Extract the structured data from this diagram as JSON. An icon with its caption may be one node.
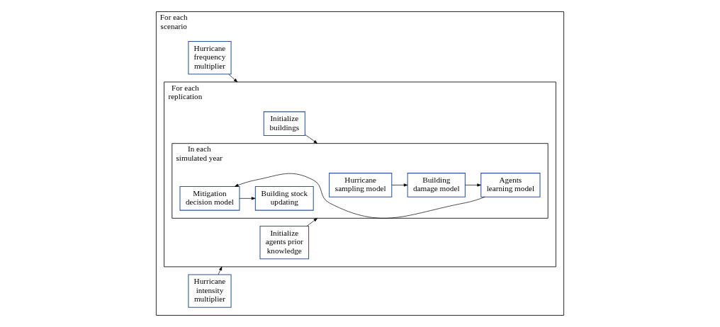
{
  "diagram": {
    "nodes": [
      {
        "text": [
          "For each scenario"
        ]
      },
      {
        "text": [
          "Hurricane frequency multiplier"
        ],
        "in": 0
      },
      {
        "text": [
          "Hurricane intensity multiplier"
        ],
        "in": 0
      },
      {
        "text": [
          "For each replication"
        ],
        "in": 0
      },
      {
        "text": [
          "Initialize buildings"
        ],
        "in": 3
      },
      {
        "text": [
          "Initialize agents prior knowledge"
        ],
        "in": 3
      },
      {
        "text": [
          "In each simulated year"
        ],
        "in": 3
      },
      {
        "text": [
          "Hurricane sampling model"
        ],
        "in": 6
      },
      {
        "text": [
          "Building damage model"
        ],
        "in": 6
      },
      {
        "text": [
          "Mitigation decision model"
        ],
        "in": 6
      },
      {
        "text": [
          "Agents learning model"
        ],
        "in": 6
      },
      {
        "text": [
          "Building stock updating"
        ],
        "in": 6
      }
    ],
    "edges": [
      {
        "from": 1,
        "to": 3,
        "arrow": "to"
      },
      {
        "from": 2,
        "to": 3,
        "arrow": "to"
      },
      {
        "from": 4,
        "to": 6,
        "arrow": "to"
      },
      {
        "from": 5,
        "to": 6,
        "arrow": "to"
      },
      {
        "from": 7,
        "to": 8,
        "arrow": "to"
      },
      {
        "from": 8,
        "to": 10,
        "arrow": "to"
      },
      {
        "from": 10,
        "to": 9,
        "arrow": "to"
      },
      {
        "from": 9,
        "to": 11,
        "arrow": "to"
      }
    ]
  }
}
